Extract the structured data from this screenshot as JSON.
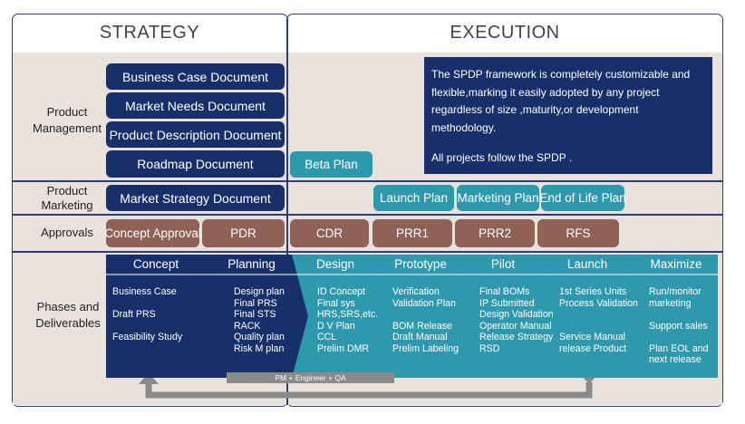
{
  "headers": {
    "strategy": "STRATEGY",
    "execution": "EXECUTION"
  },
  "rows": {
    "product_management": "Product\nManagement",
    "product_marketing": "Product\nMarketing",
    "approvals": "Approvals",
    "phases": "Phases and\nDeliverables"
  },
  "pm_docs": [
    "Business Case Document",
    "Market Needs Document",
    "Product Description Document",
    "Roadmap Document"
  ],
  "beta_plan": "Beta Plan",
  "note": {
    "text": "The SPDP framework is completely customizable and flexible,marking it easily adopted by any project regardless of size ,maturity,or development methodology.",
    "text2": "All projects follow the  SPDP  ."
  },
  "marketing": {
    "strategy_doc": "Market Strategy Document",
    "plans": [
      "Launch Plan",
      "Marketing Plan",
      "End of Life Plan"
    ]
  },
  "approvals": [
    "Concept Approval",
    "PDR",
    "CDR",
    "PRR1",
    "PRR2",
    "RFS"
  ],
  "phases": [
    {
      "title": "Concept",
      "body": "Business Case\n\nDraft PRS\n\nFeasibility Study"
    },
    {
      "title": "Planning",
      "body": "Design plan\nFinal PRS\nFinal STS\nRACK\nQuality plan\nRisk M  plan"
    },
    {
      "title": "Design",
      "body": "ID Concept\nFinal sys\nHRS,SRS,etc.\nD V Plan\nCCL\nPrelim DMR"
    },
    {
      "title": "Prototype",
      "body": "Verification\n  Validation Plan\n\nBOM Release\nDraft  Manual\nPrelim Labeling"
    },
    {
      "title": "Pilot",
      "body": "Final BOMs\nIP Submitted\nDesign Validation\nOperator Manual\nRelease Strategy\nRSD"
    },
    {
      "title": "Launch",
      "body": "1st Series Units\nProcess Validation\n\n\nService Manual\nrelease Product"
    },
    {
      "title": "Maximize",
      "body": "Run/monitor\n   marketing\n\nSupport sales\n\nPlan EOL and\nnext release"
    }
  ],
  "feedback_label": "PM + Engineer + QA",
  "colors": {
    "navy": "#17306a",
    "teal": "#2e98ad",
    "brown": "#8f6157",
    "band": "#e8e1dc",
    "border": "#2c3e7a"
  }
}
